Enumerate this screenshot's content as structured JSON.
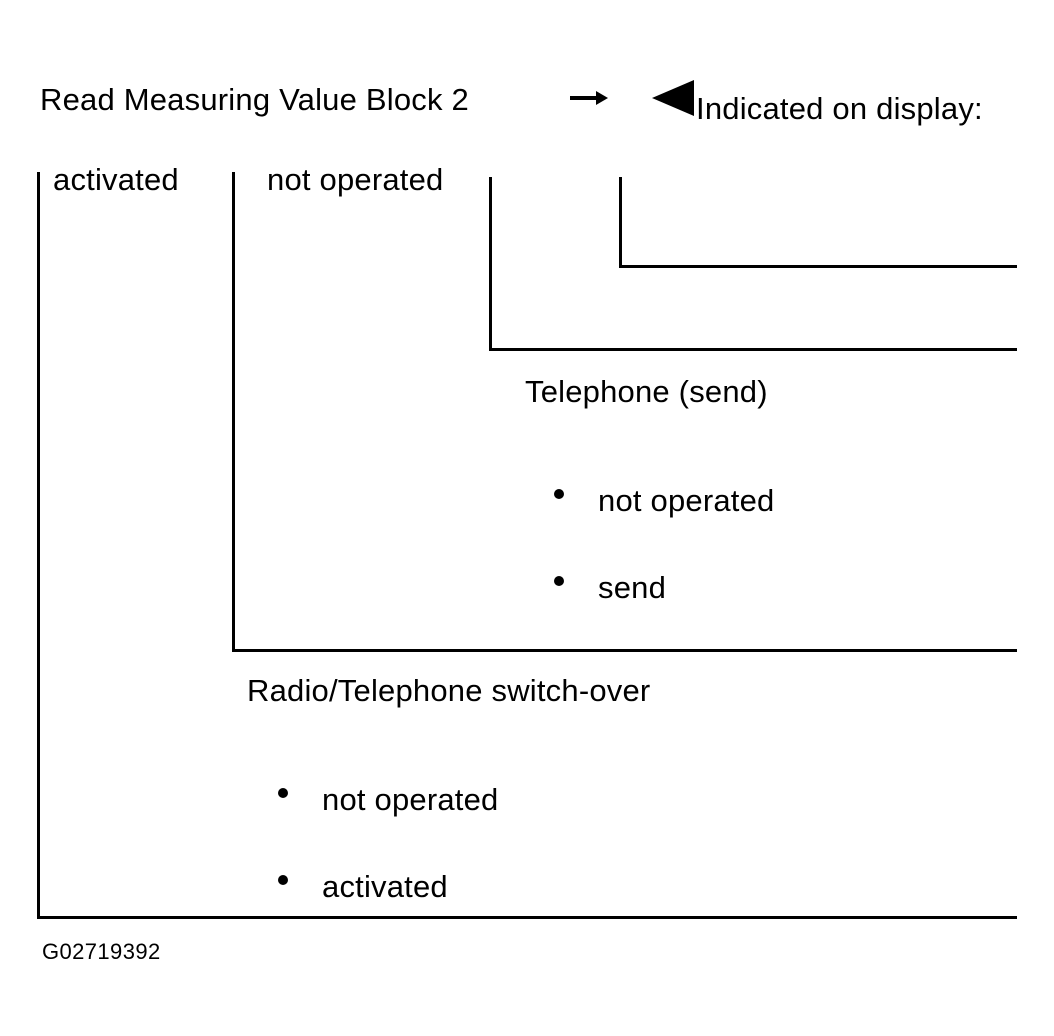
{
  "header": {
    "instruction": "Read Measuring Value Block 2",
    "display_label": "Indicated on display:"
  },
  "display_fields": {
    "field1_value": "activated",
    "field2_value": "not operated"
  },
  "telephone_send": {
    "title": "Telephone (send)",
    "options": [
      "not operated",
      "send"
    ]
  },
  "radio_telephone_switch": {
    "title": "Radio/Telephone switch-over",
    "options": [
      "not operated",
      "activated"
    ]
  },
  "figure_id": "G02719392",
  "icons": {
    "arrow": "right-arrow-icon",
    "pointer": "triangle-pointer-icon"
  }
}
